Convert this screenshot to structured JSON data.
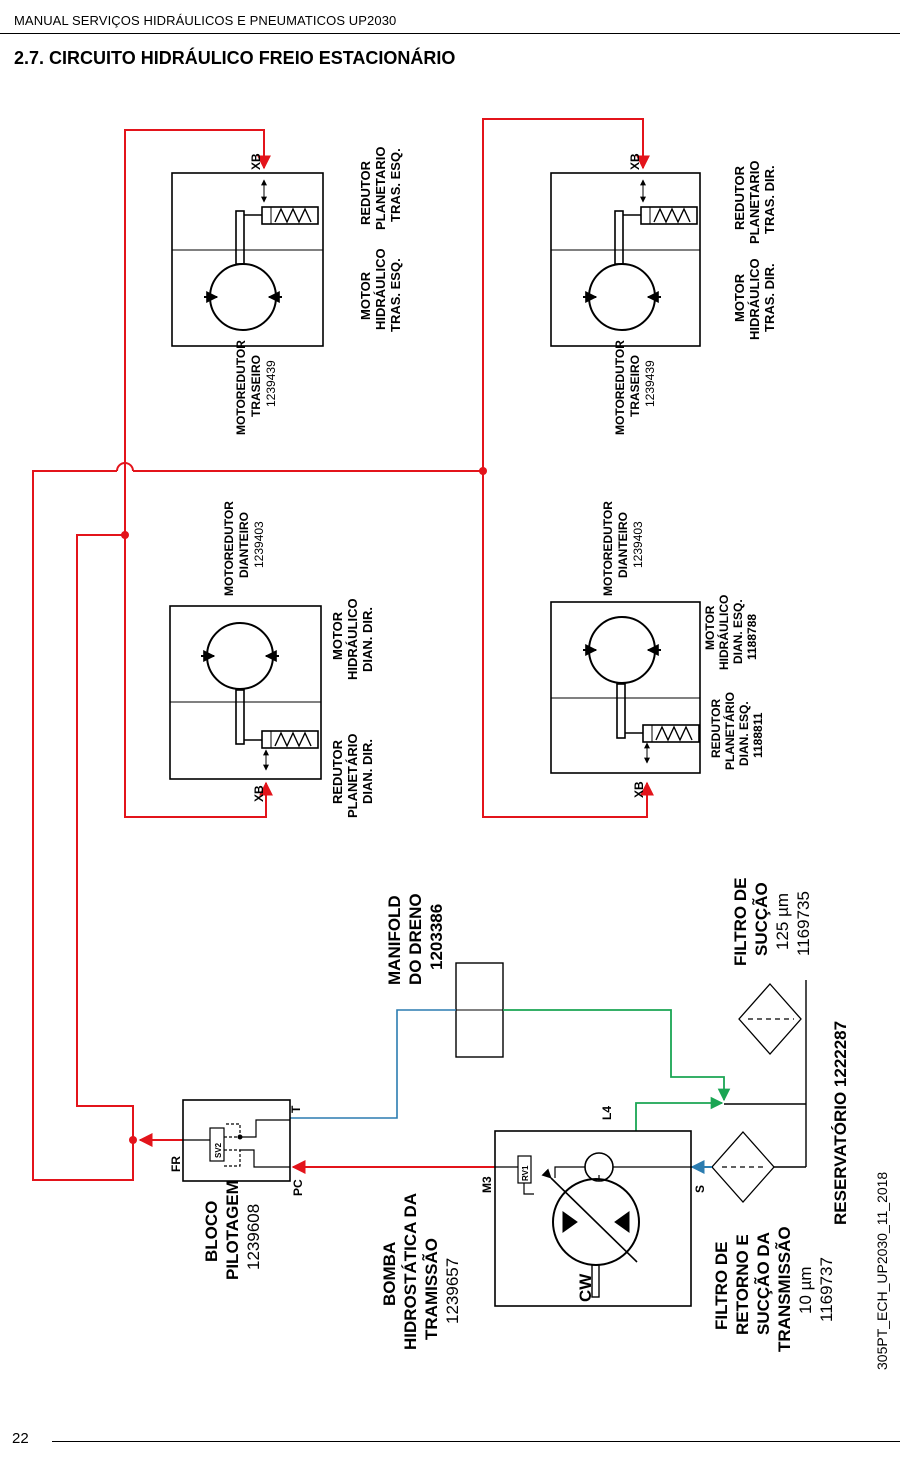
{
  "header": {
    "manual_title": "MANUAL SERVIÇOS HIDRÁULICOS E PNEUMATICOS UP2030",
    "section_title": "2.7.   CIRCUITO HIDRÁULICO FREIO ESTACIONÁRIO"
  },
  "footer": {
    "page_number": "22"
  },
  "reference_code": "305PT_ECH_UP2030_11_2018",
  "colors": {
    "pilot_line": "#e3141b",
    "drain_line": "#2b7cb0",
    "return_line": "#1aa553",
    "component": "#000000"
  },
  "units": {
    "rear_left": {
      "motoredutor": [
        "MOTOREDUTOR",
        "TRASEIRO",
        "1239439"
      ],
      "motor": [
        "MOTOR",
        "HIDRÁULICO",
        "TRAS. ESQ."
      ],
      "redutor": [
        "REDUTOR",
        "PLANETARIO",
        "TRAS. ESQ."
      ],
      "port": "XB"
    },
    "rear_right": {
      "motoredutor": [
        "MOTOREDUTOR",
        "TRASEIRO",
        "1239439"
      ],
      "motor": [
        "MOTOR",
        "HIDRÁULICO",
        "TRAS. DIR."
      ],
      "redutor": [
        "REDUTOR",
        "PLANETARIO",
        "TRAS. DIR."
      ],
      "port": "XB"
    },
    "front_left": {
      "motoredutor": [
        "MOTOREDUTOR",
        "DIANTEIRO",
        "1239403"
      ],
      "motor": [
        "MOTOR",
        "HIDRÁULICO",
        "DIAN. DIR."
      ],
      "redutor": [
        "REDUTOR",
        "PLANETÁRIO",
        "DIAN. DIR."
      ],
      "port": "XB"
    },
    "front_right": {
      "motoredutor": [
        "MOTOREDUTOR",
        "DIANTEIRO",
        "1239403"
      ],
      "motor": [
        "MOTOR",
        "HIDRÁULICO",
        "DIAN. ESQ.",
        "1188788"
      ],
      "redutor": [
        "REDUTOR",
        "PLANETÁRIO",
        "DIAN. ESQ.",
        "1188811"
      ],
      "port": "XB"
    }
  },
  "manifold": {
    "lines": [
      "MANIFOLD",
      "DO DRENO",
      "1203386"
    ]
  },
  "suction_filter": {
    "lines": [
      "FILTRO DE",
      "SUCÇÃO",
      "125 µm",
      "1169735"
    ]
  },
  "reservoir": {
    "label": "RESERVATÓRIO 1222287"
  },
  "return_filter": {
    "lines": [
      "FILTRO DE",
      "RETORNO E",
      "SUCÇÃO DA",
      "TRANSMISSÃO",
      "10 µm",
      "1169737"
    ]
  },
  "pump": {
    "lines": [
      "BOMBA",
      "HIDROSTÁTICA DA",
      "TRAMISSÃO",
      "1239657"
    ],
    "ports": {
      "m3": "M3",
      "l4": "L4",
      "s": "S",
      "cw": "CW"
    },
    "valve": "RV1"
  },
  "pilot_block": {
    "lines": [
      "BLOCO",
      "PILOTAGEM",
      "1239608"
    ],
    "ports": {
      "fr": "FR",
      "pc": "PC",
      "t": "T"
    },
    "valve": "SV2"
  }
}
